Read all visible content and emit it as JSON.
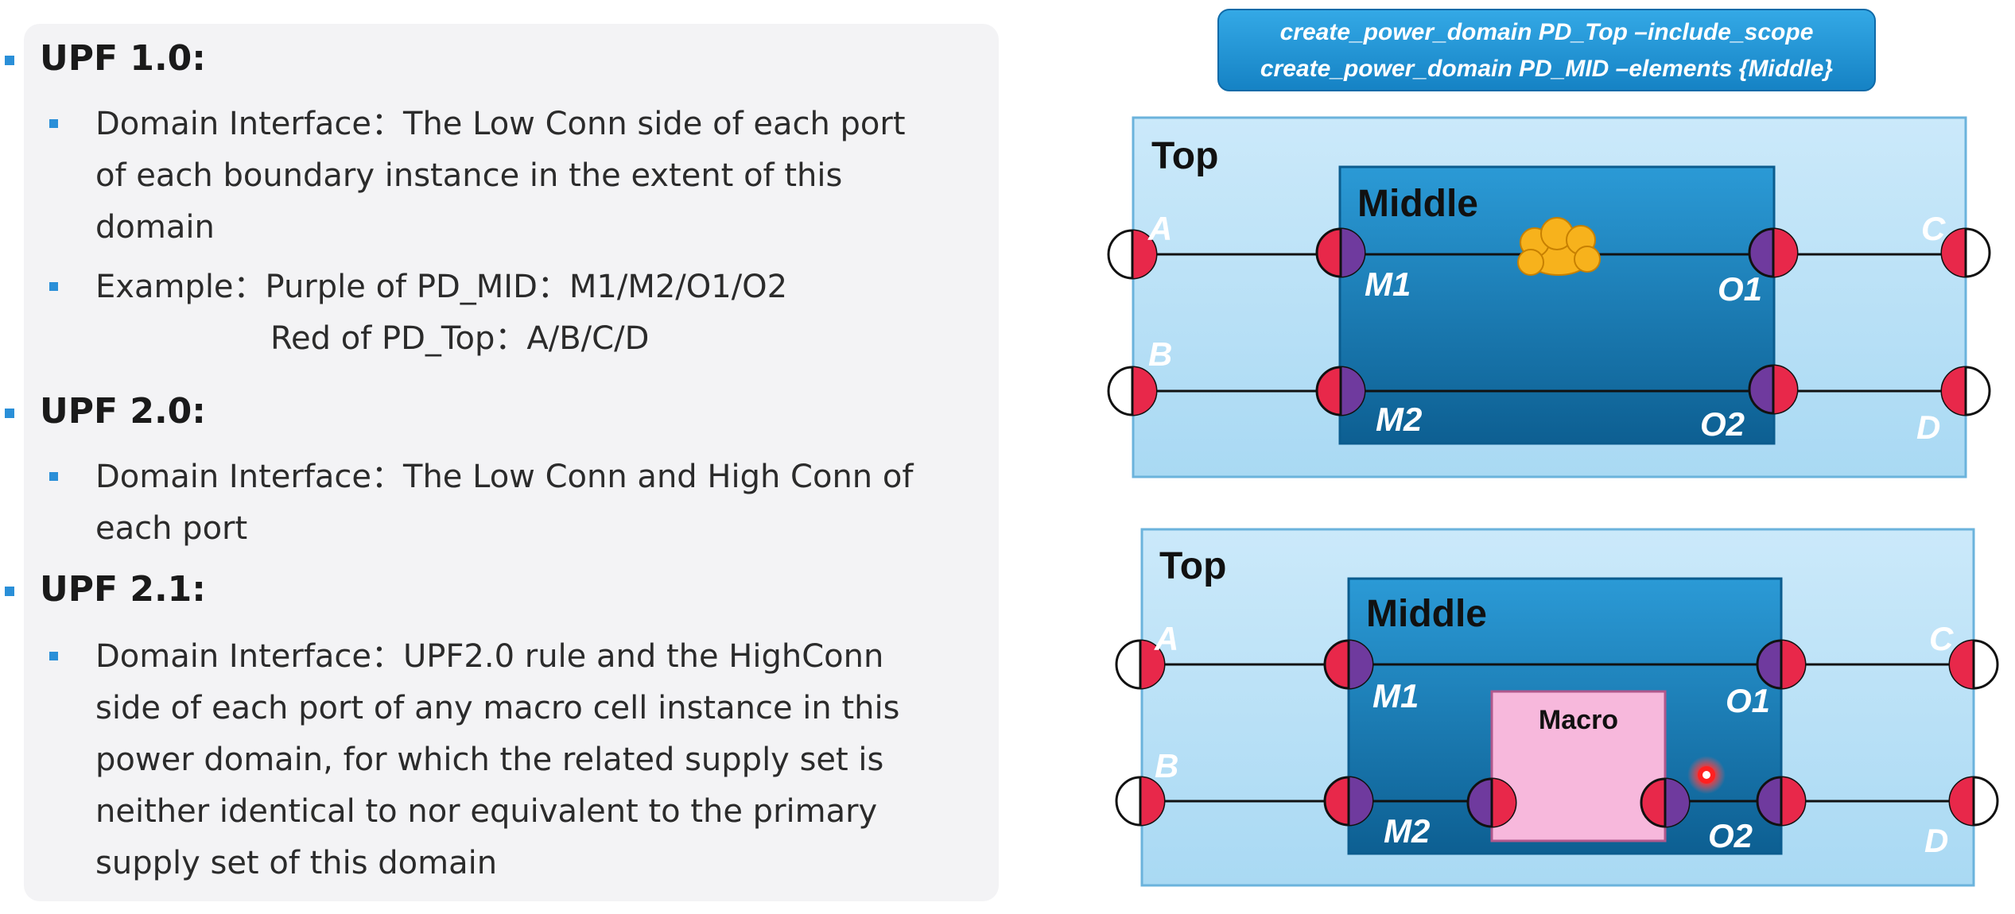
{
  "bullets": [
    {
      "heading": "UPF 1.0:",
      "subs": [
        [
          "Domain Interface：The Low Conn side of each port",
          "of each boundary instance in the extent of this",
          "domain"
        ],
        [
          "Example：Purple of PD_MID：M1/M2/O1/O2",
          "Red of PD_Top：A/B/C/D"
        ]
      ]
    },
    {
      "heading": "UPF 2.0:",
      "subs": [
        [
          "Domain Interface：The Low Conn and High Conn of",
          "each port"
        ]
      ]
    },
    {
      "heading": "UPF 2.1:",
      "subs": [
        [
          "Domain Interface：UPF2.0 rule and the HighConn",
          "side of each port of any macro cell instance in this",
          "power domain, for which the related supply set is",
          "neither identical to nor equivalent to the primary",
          "supply set of this domain"
        ]
      ]
    }
  ],
  "code_box": {
    "line1": "create_power_domain PD_Top –include_scope",
    "line2": "create_power_domain PD_MID –elements {Middle}"
  },
  "diagram1": {
    "top_label": "Top",
    "middle_label": "Middle",
    "ports": {
      "a": "A",
      "b": "B",
      "c": "C",
      "d": "D",
      "m1": "M1",
      "m2": "M2",
      "o1": "O1",
      "o2": "O2"
    }
  },
  "diagram2": {
    "top_label": "Top",
    "middle_label": "Middle",
    "macro_label": "Macro",
    "ports": {
      "a": "A",
      "b": "B",
      "c": "C",
      "d": "D",
      "m1": "M1",
      "m2": "M2",
      "o1": "O1",
      "o2": "O2"
    }
  },
  "colors": {
    "top_fill": "#bfe3f7",
    "middle_fill": "#1a88c4",
    "red_port": "#e8284a",
    "purple_port": "#6f3a9e",
    "macro_fill": "#f7b8dc",
    "code_box": "#1f95d6",
    "cloud": "#f7b21c"
  }
}
